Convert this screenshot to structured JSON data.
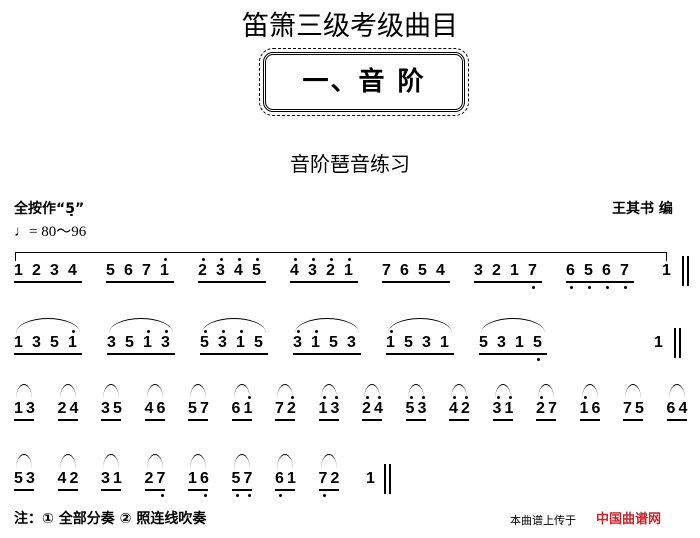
{
  "title": "笛箫三级考级曲目",
  "section": "一、音  阶",
  "subtitle": "音阶琶音练习",
  "fingering": "全按作“5̣”",
  "tempo": "♩= 80～96",
  "arranger": "王其书 编",
  "lines": [
    {
      "groups": [
        [
          "1",
          "2",
          "3",
          "4"
        ],
        [
          "5",
          "6",
          "7",
          "1^"
        ],
        [
          "2^",
          "3^",
          "4^",
          "5^"
        ],
        [
          "4^",
          "3^",
          "2^",
          "1^"
        ],
        [
          "7",
          "6",
          "5",
          "4"
        ],
        [
          "3",
          "2",
          "1",
          "7_"
        ],
        [
          "6_",
          "5_",
          "6_",
          "7_"
        ]
      ],
      "final": "1",
      "slur": false
    },
    {
      "groups": [
        [
          "1",
          "3",
          "5",
          "1^"
        ],
        [
          "3",
          "5",
          "1^",
          "3^"
        ],
        [
          "5^",
          "3^",
          "1^",
          "5"
        ],
        [
          "3^",
          "1^",
          "5",
          "3"
        ],
        [
          "1^",
          "5",
          "3",
          "1"
        ],
        [
          "5",
          "3",
          "1",
          "5_"
        ]
      ],
      "final": "1",
      "slur": true
    },
    {
      "groups": [
        [
          "1",
          "3"
        ],
        [
          "2",
          "4"
        ],
        [
          "3",
          "5"
        ],
        [
          "4",
          "6"
        ],
        [
          "5",
          "7"
        ],
        [
          "6",
          "1^"
        ],
        [
          "7",
          "2^"
        ],
        [
          "1^",
          "3^"
        ],
        [
          "2^",
          "4^"
        ],
        [
          "5^",
          "3^"
        ],
        [
          "4^",
          "2^"
        ],
        [
          "3^",
          "1^"
        ],
        [
          "2^",
          "7"
        ],
        [
          "1^",
          "6"
        ],
        [
          "7",
          "5"
        ],
        [
          "6",
          "4"
        ]
      ],
      "final": "",
      "slur": true
    },
    {
      "groups": [
        [
          "5",
          "3"
        ],
        [
          "4",
          "2"
        ],
        [
          "3",
          "1"
        ],
        [
          "2",
          "7_"
        ],
        [
          "1",
          "6_"
        ],
        [
          "5_",
          "7_"
        ],
        [
          "6_",
          "1"
        ],
        [
          "7_",
          "2"
        ]
      ],
      "final": "1",
      "slur": true
    }
  ],
  "note": "注：① 全部分奏  ② 照连线吹奏",
  "footer": "本曲谱上传于",
  "logo": "中国曲谱网"
}
